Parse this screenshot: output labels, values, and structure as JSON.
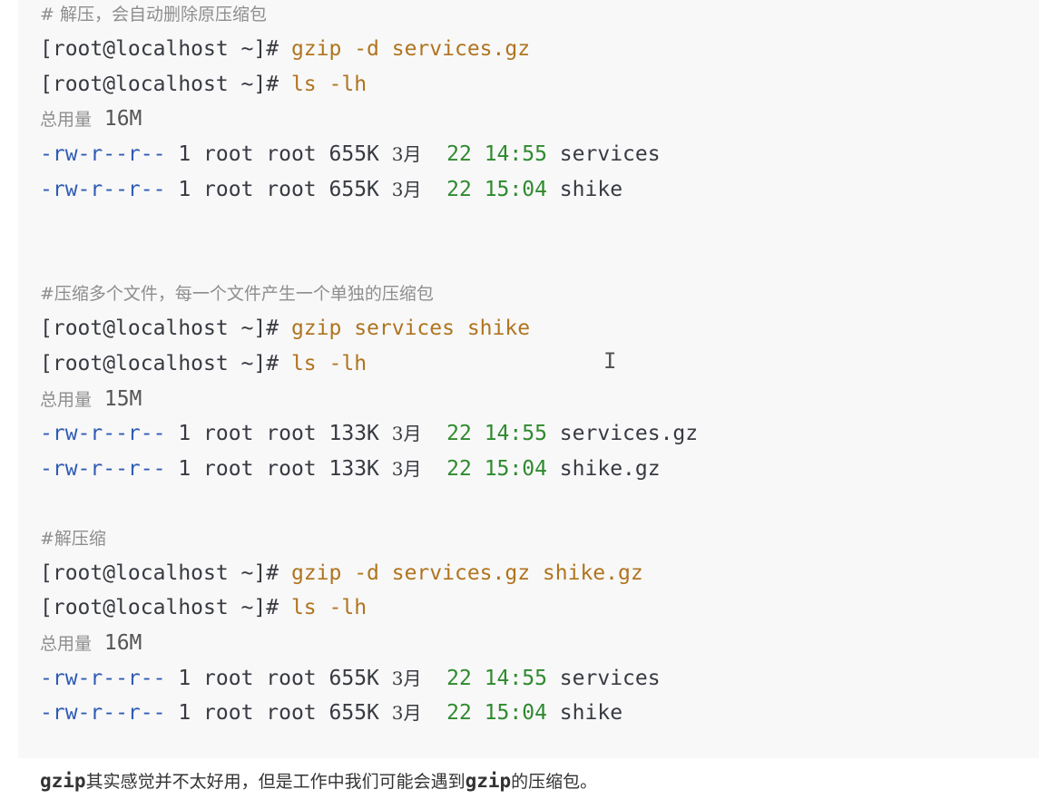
{
  "blocks": [
    {
      "comment": "# 解压，会自动删除原压缩包",
      "prompt1": "[root@localhost ~]# ",
      "cmd1": "gzip -d services.gz",
      "prompt2": "[root@localhost ~]# ",
      "cmd2": "ls -lh",
      "total_label": "总用量",
      "total_value": " 16M",
      "files": [
        {
          "perm": "-rw-r--r--",
          "info": " 1 root root 655K ",
          "month": "3月",
          "date": "  22 14:55",
          "name": " services"
        },
        {
          "perm": "-rw-r--r--",
          "info": " 1 root root 655K ",
          "month": "3月",
          "date": "  22 15:04",
          "name": " shike"
        }
      ]
    },
    {
      "comment": "#压缩多个文件，每一个文件产生一个单独的压缩包",
      "prompt1": "[root@localhost ~]# ",
      "cmd1": "gzip services shike",
      "prompt2": "[root@localhost ~]# ",
      "cmd2": "ls -lh",
      "total_label": "总用量",
      "total_value": " 15M",
      "files": [
        {
          "perm": "-rw-r--r--",
          "info": " 1 root root 133K ",
          "month": "3月",
          "date": "  22 14:55",
          "name": " services.gz"
        },
        {
          "perm": "-rw-r--r--",
          "info": " 1 root root 133K ",
          "month": "3月",
          "date": "  22 15:04",
          "name": " shike.gz"
        }
      ]
    },
    {
      "comment": "#解压缩",
      "prompt1": "[root@localhost ~]# ",
      "cmd1": "gzip -d services.gz shike.gz",
      "prompt2": "[root@localhost ~]# ",
      "cmd2": "ls -lh",
      "total_label": "总用量",
      "total_value": " 16M",
      "files": [
        {
          "perm": "-rw-r--r--",
          "info": " 1 root root 655K ",
          "month": "3月",
          "date": "  22 14:55",
          "name": " services"
        },
        {
          "perm": "-rw-r--r--",
          "info": " 1 root root 655K ",
          "month": "3月",
          "date": "  22 15:04",
          "name": " shike"
        }
      ]
    }
  ],
  "footer": {
    "part1": "gzip",
    "part2": "其实感觉并不太好用，但是工作中我们可能会遇到",
    "part3": "gzip",
    "part4": "的压缩包。"
  },
  "cursor_glyph": "I"
}
